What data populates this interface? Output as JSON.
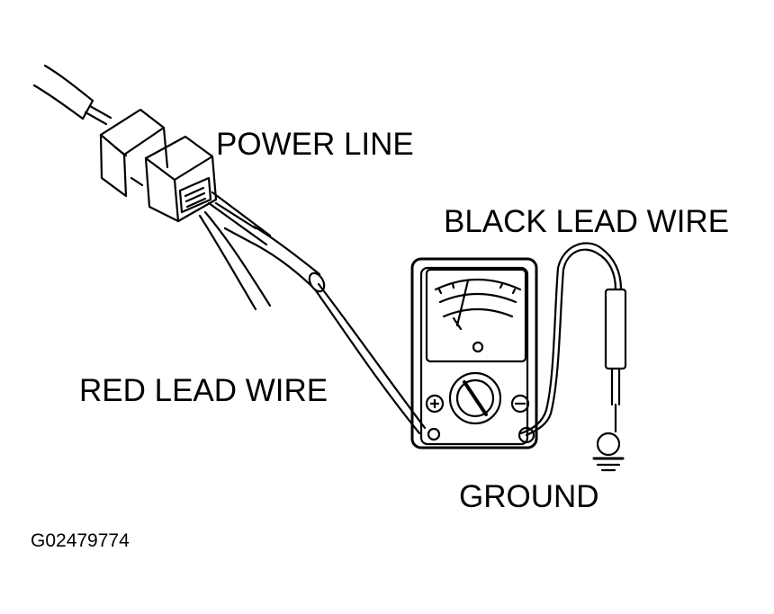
{
  "labels": {
    "power_line": "POWER LINE",
    "black_lead_wire": "BLACK LEAD WIRE",
    "red_lead_wire": "RED LEAD WIRE",
    "ground": "GROUND",
    "figure_code": "G02479774"
  },
  "icons": {
    "connector": "wire-harness-connector-icon",
    "meter": "analog-multimeter-icon",
    "probe": "probe-icon",
    "ground": "ground-symbol-icon"
  },
  "colors": {
    "line": "#000000",
    "background": "#ffffff"
  }
}
